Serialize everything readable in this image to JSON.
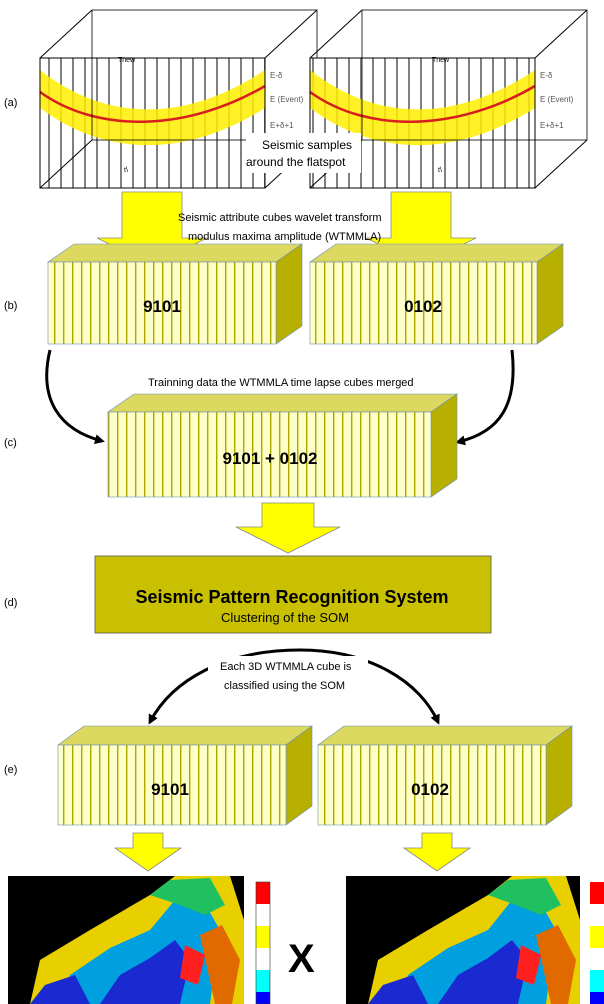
{
  "row_labels": {
    "a": "(a)",
    "b": "(b)",
    "c": "(c)",
    "d": "(d)",
    "e": "(e)"
  },
  "panel_a": {
    "cube_top_label": "Tnew",
    "cube_bottom_label": "t\\",
    "right_labels": [
      "E-δ",
      "E (Event)",
      "E+δ+1"
    ],
    "annotation_line1": "Seismic samples",
    "annotation_line2": "around the flatspot",
    "event_color": "#d81e1e",
    "band_color": "#ffee00"
  },
  "notes": {
    "attribute_line1": "Seismic attribute cubes  wavelet transform",
    "attribute_line2": "modulus maxima amplitude (WTMMLA)",
    "training": "Trainning data  the WTMMLA time lapse cubes merged",
    "classified_line1": "Each 3D WTMMLA cube is",
    "classified_line2": "classified using the SOM"
  },
  "cubes": {
    "b_left": "9101",
    "b_right": "0102",
    "merged": "9101 + 0102",
    "e_left": "9101",
    "e_right": "0102"
  },
  "system": {
    "title": "Seismic Pattern Recognition System",
    "subtitle": "Clustering of the SOM",
    "fill_color": "#c8c000"
  },
  "result": {
    "symbol": "X"
  },
  "colors": {
    "arrow_yellow": "#ffff00",
    "cube_front": "#ffffc8",
    "cube_stripe": "#b0a800",
    "cube_top": "#dcd860",
    "cube_side": "#b8b000"
  }
}
